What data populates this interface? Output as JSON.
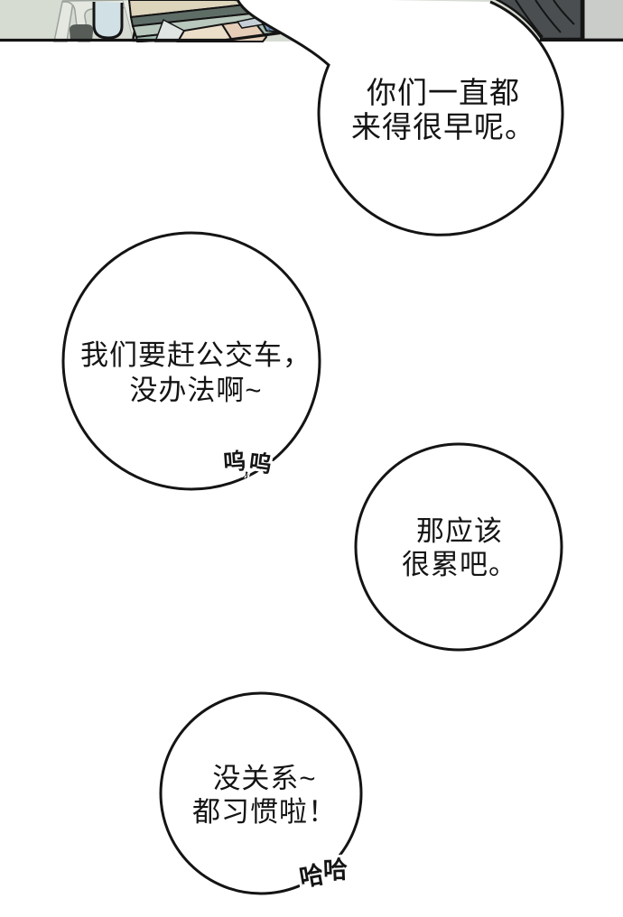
{
  "page": {
    "type": "webtoon-comic-page",
    "background_color": "#ffffff",
    "ink_color": "#141414"
  },
  "panel": {
    "label": "classroom-scene-fragment",
    "colors": {
      "background": "#d7dcd3",
      "frame_light": "#e4e8e1",
      "frame_outline": "#9aa29a",
      "strip_light": "#e9ece6",
      "bag_grey": "#575c59",
      "chair_blue": "#d0e0e5",
      "desk_beige": "#dcd4bb",
      "desk_slate": "#5f6d67",
      "desk_sage": "#b9c8bc",
      "desk_teal": "#a3bdb1",
      "cloth_pale": "#dfe5e2",
      "cloth_cream": "#ecdfc9",
      "cloth_tan": "#e6cdb8",
      "cloth_bluegrey": "#c6cfd7",
      "plaid_blue": "#7e9bba",
      "plaid_line": "#50729b",
      "hair_dark": "#4a4e50",
      "wall_grey": "#caccc9"
    }
  },
  "bubbles": [
    {
      "id": "bubble-1",
      "lines": [
        "你们一直都",
        "来得很早呢。"
      ]
    },
    {
      "id": "bubble-2",
      "lines": [
        "我们要赶公交车，",
        "没办法啊~"
      ],
      "sfx_chars": [
        "呜",
        ",",
        "呜"
      ]
    },
    {
      "id": "bubble-3",
      "lines": [
        "那应该",
        "很累吧。"
      ]
    },
    {
      "id": "bubble-4",
      "lines": [
        "没关系~",
        "都习惯啦！"
      ],
      "sfx_chars": [
        "哈",
        "哈"
      ]
    }
  ]
}
